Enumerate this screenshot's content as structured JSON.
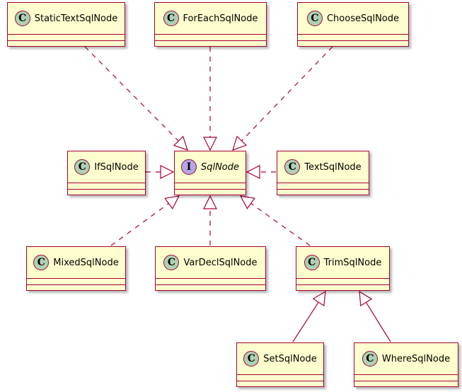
{
  "colors": {
    "node_fill": "#FEFECE",
    "node_border": "#A80036",
    "class_spot": "#ADD1B2",
    "interface_spot": "#B4A7E5",
    "edge": "#A80036"
  },
  "nodes": {
    "static_text_sql_node": {
      "name": "StaticTextSqlNode",
      "kind": "class",
      "spot": "C"
    },
    "for_each_sql_node": {
      "name": "ForEachSqlNode",
      "kind": "class",
      "spot": "C"
    },
    "choose_sql_node": {
      "name": "ChooseSqlNode",
      "kind": "class",
      "spot": "C"
    },
    "if_sql_node": {
      "name": "IfSqlNode",
      "kind": "class",
      "spot": "C"
    },
    "sql_node": {
      "name": "SqlNode",
      "kind": "interface",
      "spot": "I"
    },
    "text_sql_node": {
      "name": "TextSqlNode",
      "kind": "class",
      "spot": "C"
    },
    "mixed_sql_node": {
      "name": "MixedSqlNode",
      "kind": "class",
      "spot": "C"
    },
    "var_decl_sql_node": {
      "name": "VarDeclSqlNode",
      "kind": "class",
      "spot": "C"
    },
    "trim_sql_node": {
      "name": "TrimSqlNode",
      "kind": "class",
      "spot": "C"
    },
    "set_sql_node": {
      "name": "SetSqlNode",
      "kind": "class",
      "spot": "C"
    },
    "where_sql_node": {
      "name": "WhereSqlNode",
      "kind": "class",
      "spot": "C"
    }
  },
  "relations": [
    {
      "from": "static_text_sql_node",
      "to": "sql_node",
      "type": "realization"
    },
    {
      "from": "for_each_sql_node",
      "to": "sql_node",
      "type": "realization"
    },
    {
      "from": "choose_sql_node",
      "to": "sql_node",
      "type": "realization"
    },
    {
      "from": "if_sql_node",
      "to": "sql_node",
      "type": "realization"
    },
    {
      "from": "text_sql_node",
      "to": "sql_node",
      "type": "realization"
    },
    {
      "from": "mixed_sql_node",
      "to": "sql_node",
      "type": "realization"
    },
    {
      "from": "var_decl_sql_node",
      "to": "sql_node",
      "type": "realization"
    },
    {
      "from": "trim_sql_node",
      "to": "sql_node",
      "type": "realization"
    },
    {
      "from": "set_sql_node",
      "to": "trim_sql_node",
      "type": "inheritance"
    },
    {
      "from": "where_sql_node",
      "to": "trim_sql_node",
      "type": "inheritance"
    }
  ]
}
